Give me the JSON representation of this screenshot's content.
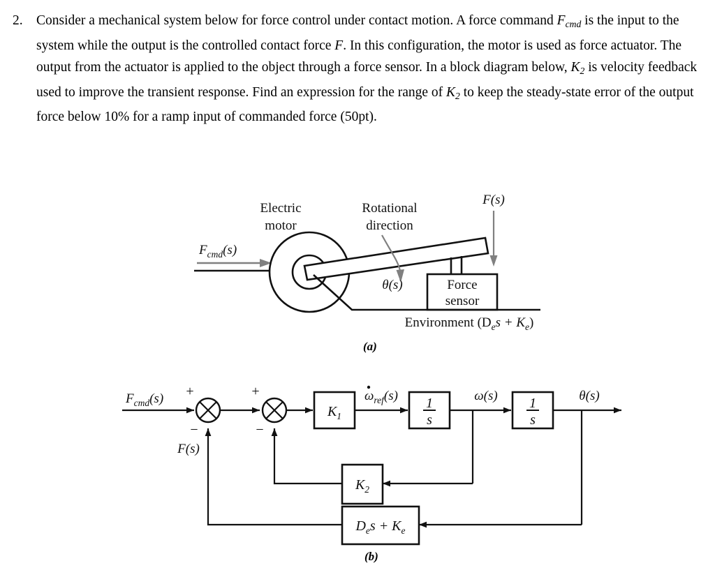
{
  "problem": {
    "number": "2.",
    "sentences": [
      "Consider a mechanical system below for force control under contact motion. A force command ",
      " is the input to the system while the output is the controlled contact force ",
      ". In this configuration, the motor is used as force actuator. The output from the actuator is applied to the object through a force sensor. In a block diagram below, ",
      " is velocity feedback used to improve the transient response. Find an expression for the range of ",
      " to keep the steady-state error of the output force below 10% for a ramp input of commanded force (50pt)."
    ],
    "inline_symbols": {
      "f_cmd": "F",
      "f_cmd_sub": "cmd",
      "f": "F",
      "k2": "K",
      "k2_sub": "2"
    },
    "full_text": "2. Consider a mechanical system below for force control under contact motion. A force command Fcmd is the input to the system while the output is the controlled contact force F. In this configuration, the motor is used as force actuator. The output from the actuator is applied to the object through a force sensor. In a block diagram below, K2 is velocity feedback used to improve the transient response. Find an expression for the range of K2 to keep the steady-state error of the output force below 10% for a ramp input of commanded force (50pt)."
  },
  "figure_a": {
    "caption": "(a)",
    "labels": {
      "electric_motor_line1": "Electric",
      "electric_motor_line2": "motor",
      "rotational_line1": "Rotational",
      "rotational_line2": "direction",
      "force_output": "F(s)",
      "force_command": "F",
      "force_command_sub": "cmd",
      "force_command_tail": "(s)",
      "theta": "θ(s)",
      "force_sensor_line1": "Force",
      "force_sensor_line2": "sensor",
      "environment": "Environment (D",
      "environment_sub": "e",
      "environment_mid": "s + K",
      "environment_sub2": "e",
      "environment_tail": ")"
    },
    "colors": {
      "stroke": "#111111",
      "gray_arrow": "#808080"
    }
  },
  "figure_b": {
    "caption": "(b)",
    "labels": {
      "input": "F",
      "input_sub": "cmd",
      "input_tail": "(s)",
      "plus_1": "+",
      "minus_1": "−",
      "plus_2": "+",
      "minus_2": "−",
      "feedback_force": "F(s)",
      "k1": "K",
      "k1_sub": "1",
      "omega_dot_ref": "ω",
      "omega_dot_ref_sub": "ref",
      "omega_dot_ref_tail": "(s)",
      "integrator_1_num": "1",
      "integrator_1_den": "s",
      "omega": "ω(s)",
      "integrator_2_num": "1",
      "integrator_2_den": "s",
      "theta": "θ(s)",
      "k2": "K",
      "k2_sub": "2",
      "env_block": "D",
      "env_block_sub": "e",
      "env_block_mid": "s + K",
      "env_block_sub2": "e"
    },
    "blocks": [
      {
        "name": "K1",
        "label": "K₁"
      },
      {
        "name": "integrator-1",
        "label": "1/s"
      },
      {
        "name": "integrator-2",
        "label": "1/s"
      },
      {
        "name": "K2",
        "label": "K₂"
      },
      {
        "name": "environment",
        "label": "Dₑs + Kₑ"
      }
    ],
    "colors": {
      "stroke": "#111111"
    }
  }
}
